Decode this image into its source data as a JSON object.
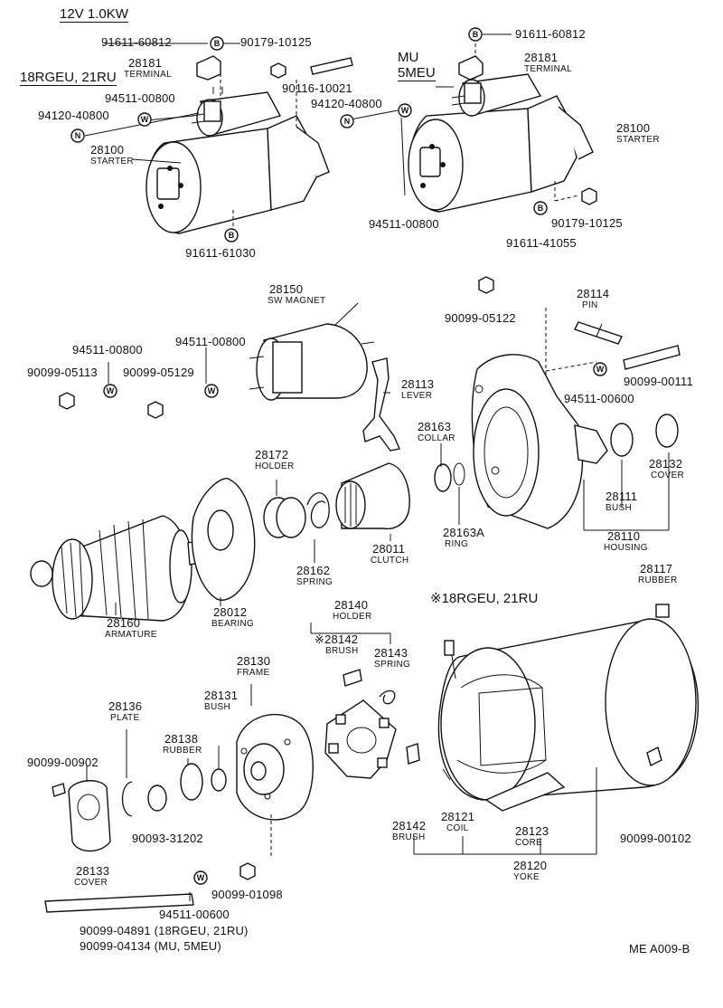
{
  "header": {
    "spec": "12V  1.0KW",
    "group_left": "18RGEU, 21RU",
    "group_right_1": "MU",
    "group_right_2": "5MEU",
    "group_lower": "※18RGEU, 21RU"
  },
  "symbols": {
    "bolt": "B",
    "washer": "W",
    "nut": "N"
  },
  "parts": {
    "p91611_60812_l": "91611-60812",
    "p90179_10125_l": "90179-10125",
    "p28181_l": "28181",
    "n28181_l": "TERMINAL",
    "p90116_10021": "90116-10021",
    "p94511_00800_a": "94511-00800",
    "p94120_40800_l": "94120-40800",
    "p28100_l": "28100",
    "n28100_l": "STARTER",
    "p91611_61030": "91611-61030",
    "p91611_60812_r": "91611-60812",
    "p28181_r": "28181",
    "n28181_r": "TERMINAL",
    "p94120_40800_r": "94120-40800",
    "p28100_r": "28100",
    "n28100_r": "STARTER",
    "p94511_00800_b": "94511-00800",
    "p90179_10125_r": "90179-10125",
    "p91611_41055": "91611-41055",
    "p28150": "28150",
    "n28150": "SW MAGNET",
    "p94511_00800_c": "94511-00800",
    "p94511_00800_d": "94511-00800",
    "p90099_05113": "90099-05113",
    "p90099_05129": "90099-05129",
    "p28113": "28113",
    "n28113": "LEVER",
    "p90099_05122": "90099-05122",
    "p28114": "28114",
    "n28114": "PIN",
    "p94511_00600_a": "94511-00600",
    "p90099_00111": "90099-00111",
    "p28163": "28163",
    "n28163": "COLLAR",
    "p28172": "28172",
    "n28172": "HOLDER",
    "p28132": "28132",
    "n28132": "COVER",
    "p28111": "28111",
    "n28111": "BUSH",
    "p28110": "28110",
    "n28110": "HOUSING",
    "p28163A": "28163A",
    "n28163A": "RING",
    "p28162": "28162",
    "n28162": "SPRING",
    "p28011": "28011",
    "n28011": "CLUTCH",
    "p28012": "28012",
    "n28012": "BEARING",
    "p28160": "28160",
    "n28160": "ARMATURE",
    "p28117": "28117",
    "n28117": "RUBBER",
    "p28140": "28140",
    "n28140": "HOLDER",
    "p28142_t": "※28142",
    "n28142_t": "BRUSH",
    "p28143": "28143",
    "n28143": "SPRING",
    "p28130": "28130",
    "n28130": "FRAME",
    "p28131": "28131",
    "n28131": "BUSH",
    "p28136": "28136",
    "n28136": "PLATE",
    "p28138": "28138",
    "n28138": "RUBBER",
    "p90099_00902": "90099-00902",
    "p90093_31202": "90093-31202",
    "p28133": "28133",
    "n28133": "COVER",
    "p28121": "28121",
    "n28121": "COIL",
    "p28123": "28123",
    "n28123": "CORE",
    "p28142_b": "28142",
    "n28142_b": "BRUSH",
    "p28120": "28120",
    "n28120": "YOKE",
    "p90099_00102": "90099-00102",
    "p90099_01098": "90099-01098",
    "p94511_00600_b": "94511-00600",
    "p90099_04891": "90099-04891 (18RGEU, 21RU)",
    "p90099_04134": "90099-04134 (MU, 5MEU)"
  },
  "footer": {
    "code": "ME A009-B"
  }
}
